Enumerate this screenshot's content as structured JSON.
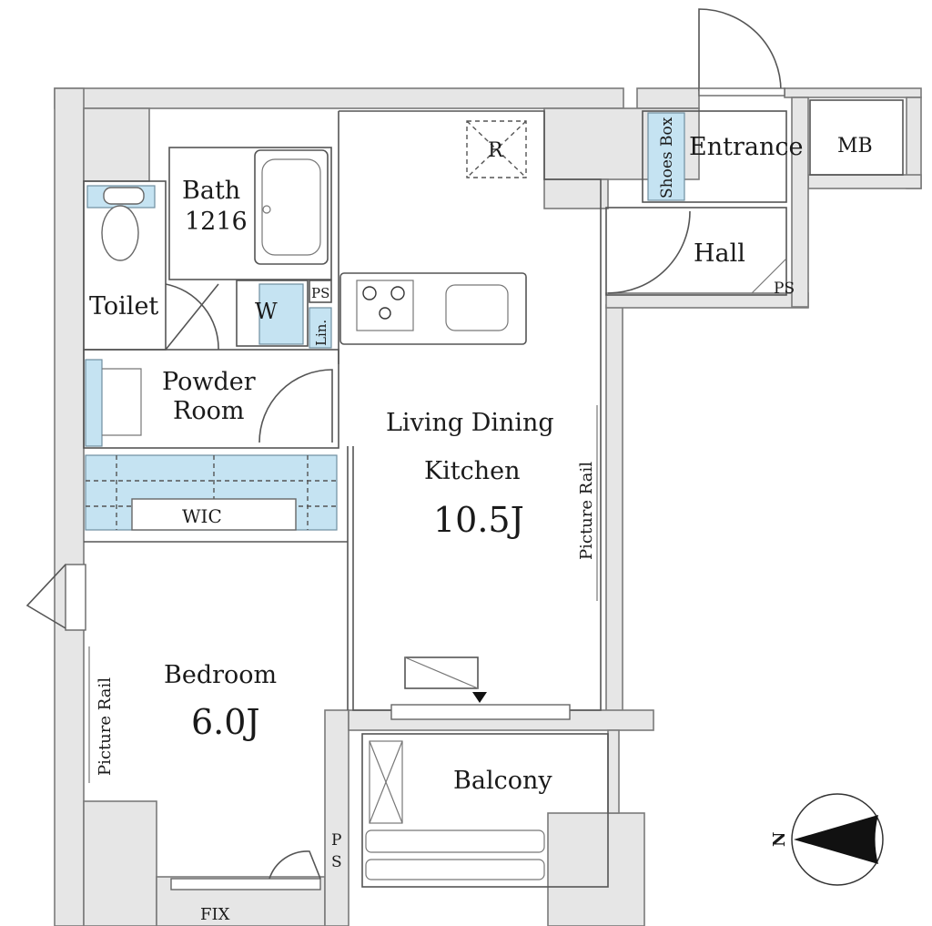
{
  "rooms": {
    "entrance": "Entrance",
    "shoes_box": "Shoes Box",
    "mb": "MB",
    "hall": "Hall",
    "ps_hall": "PS",
    "bath": "Bath",
    "bath_size": "1216",
    "toilet": "Toilet",
    "washer": "W",
    "ps_wash": "PS",
    "linen": "Lin.",
    "powder_room_line1": "Powder",
    "powder_room_line2": "Room",
    "wic": "WIC",
    "ldk_line1": "Living Dining",
    "ldk_line2": "Kitchen",
    "ldk_size": "10.5J",
    "refrigerator": "R",
    "picture_rail_ldk": "Picture Rail",
    "bedroom": "Bedroom",
    "bedroom_size": "6.0J",
    "picture_rail_bedroom": "Picture Rail",
    "balcony": "Balcony",
    "ps_balcony_p": "P",
    "ps_balcony_s": "S",
    "fix": "FIX"
  },
  "compass": {
    "label": "N"
  },
  "colors": {
    "storage_fill": "#c5e3f2",
    "wall_fill": "#e6e6e6"
  }
}
